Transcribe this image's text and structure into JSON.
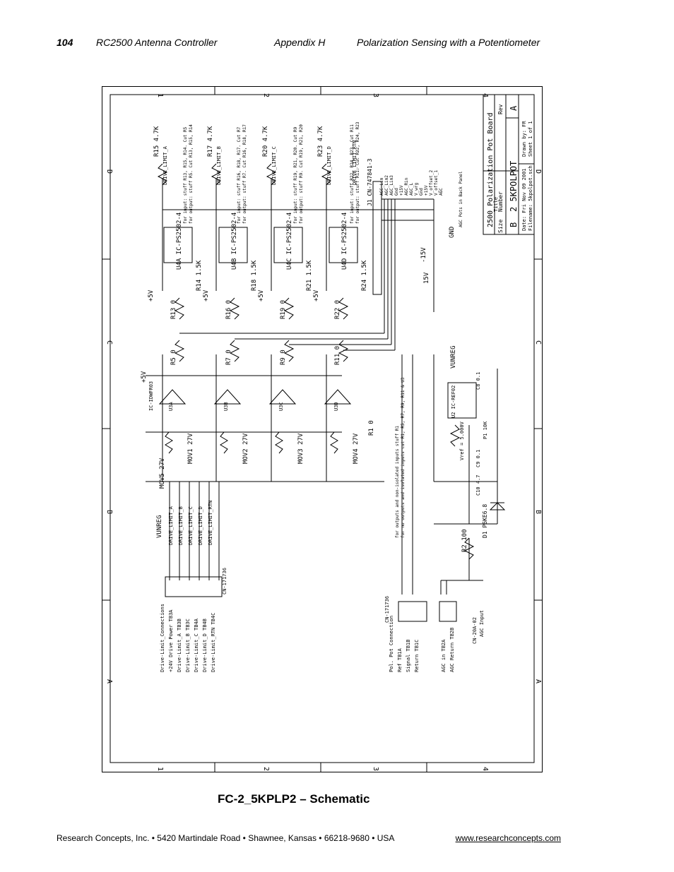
{
  "header": {
    "page_number": "104",
    "product": "RC2500  Antenna Controller",
    "appendix": "Appendix H",
    "section": "Polarization Sensing with a Potentiometer"
  },
  "schematic": {
    "title_block": {
      "title_label": "Title",
      "title": "2500 Polarization Pot Board",
      "size_label": "Size",
      "size": "B",
      "number_label": "Number",
      "number": "2_5KPOLPOT",
      "rev_label": "Rev",
      "rev": "A",
      "date": "Date: Fri Nov 09 2001",
      "drawn": "Drawn by: FR",
      "filename": "Filename: 5kpolpot.sch",
      "sheet": "Sheet 1 of 1"
    },
    "zones_numbers": [
      "1",
      "2",
      "3",
      "4"
    ],
    "zones_letters": [
      "A",
      "B",
      "C",
      "D"
    ],
    "resistors": [
      "R15 4.7K",
      "R17 4.7K",
      "R20 4.7K",
      "R23 4.7K",
      "R13 0",
      "R16 0",
      "R19 0",
      "R22 0",
      "R14 1.5K",
      "R18 1.5K",
      "R21 1.5K",
      "R24 1.5K",
      "R5 0",
      "R7 0",
      "R9 0",
      "R11 0",
      "R1 0",
      "R2 100"
    ],
    "opto": [
      "U4A IC-PS2502-4",
      "U4B IC-PS2502-4",
      "U4C IC-PS2502-4",
      "U4D IC-PS2502-4"
    ],
    "movs": [
      "MOV1 27V",
      "MOV2 27V",
      "MOV3 27V",
      "MOV4 27V",
      "MOV5 27V"
    ],
    "drive_limits": [
      "DRIVE_LIMIT_A",
      "DRIVE_LIMIT_B",
      "DRIVE_LIMIT_C",
      "DRIVE_LIMIT_D",
      "DRIVE_LIMIT_RTN"
    ],
    "stuff_notes": [
      "for input: stuff R13, R15, R14. Cut R5",
      "for output: stuff R5. Cut R13, R15, R14",
      "for input: stuff R16, R18, R17. Cut R7",
      "for output: stuff R7. Cut R16, R18, R17",
      "for input: stuff R19, R21, R20. Cut R9",
      "for output: stuff R9. Cut R19, R21, R20",
      "for input: stuff R22, R24, R23. Cut R11",
      "for output: stuff R11. Cut R22, R24, R23"
    ],
    "connector_j1": "J1 CN-747841-3",
    "connector_j1_note": "AGC Pots in Back Panel",
    "j1_pins": [
      "AGC_Lim",
      "AGC_Lim2",
      "AGC_Lim3",
      "Gnd",
      "+15V",
      "AGC_Rin",
      "AGC_L",
      "V_wrg",
      "Gnd",
      "+15V",
      "V_offset_2",
      "V_offset_1",
      "AGC"
    ],
    "supplies": [
      "+5V",
      "+5V",
      "+5V",
      "+5V",
      "+5V",
      "-15V",
      "15V",
      "GND",
      "VUNREG"
    ],
    "ic_labels": [
      "IC-IDWFR03",
      "U3A",
      "U3B",
      "U3C",
      "U3D",
      "U2 IC-REF02",
      "D1 P6KE6.8",
      "P1 10K",
      "C9 0.1",
      "C10 4.7",
      "C8 0.1"
    ],
    "vref_label": "Vref = 5.000V",
    "vunreg_label": "VUNREG",
    "bottom_note_1": "for outputs and non-isolated inputs stuff R1",
    "bottom_note_2": "for no outputs and isolated inputs cut R1, R5, R7, R9, R11 & U3",
    "tb3_group": "Drive-Limit_Connections",
    "tb3_items": [
      "+24V Drive Power TB3A",
      "Drive-Limit_A TB3B",
      "Drive-Limit_B TB3C",
      "Drive-Limit_C TB4A",
      "Drive-Limit_D TB4B",
      "Drive-Limit_RTN TB4C"
    ],
    "tb3_cn": "CN-171736",
    "tb1_group": "Pol. Pot Connection",
    "tb1_items": [
      "Ref TB1A",
      "Signal TB1B",
      "Return TB1C"
    ],
    "tb1_cn": "CN-171736",
    "tb2_group": "AGC Input",
    "tb2_items": [
      "AGC in TB2A",
      "AGC Return TB2B"
    ],
    "tb2_cn": "CN-20A-02"
  },
  "caption": "FC-2_5KPLP2 – Schematic",
  "footer": {
    "address": "Research Concepts, Inc. • 5420 Martindale Road • Shawnee, Kansas • 66218-9680 • USA",
    "url": "www.researchconcepts.com"
  }
}
